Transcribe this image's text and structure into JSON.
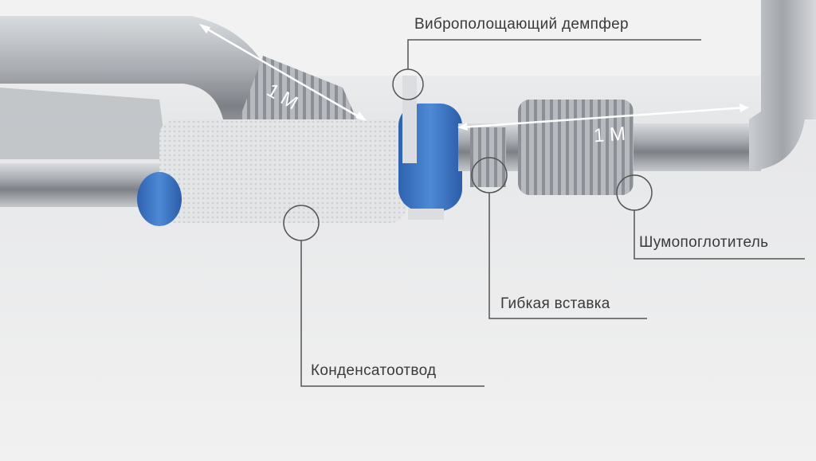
{
  "labels": {
    "damper": "Виброполощающий демпфер",
    "silencer": "Шумопоглотитель",
    "flexible_insert": "Гибкая вставка",
    "condensate_drain": "Конденсатоотвод"
  },
  "dimensions": {
    "left_length": "1 М",
    "right_length": "1 М"
  },
  "colors": {
    "leader_line": "#555555",
    "dimension_line": "#ffffff",
    "damper_blue": "#3a78c9"
  }
}
